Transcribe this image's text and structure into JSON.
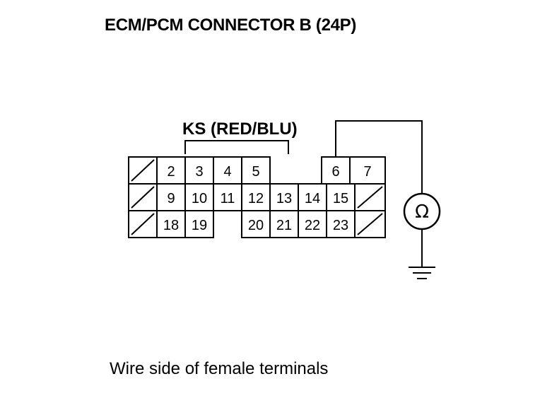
{
  "title": "ECM/PCM CONNECTOR B (24P)",
  "wire_label": "KS (RED/BLU)",
  "caption": "Wire side of female terminals",
  "meter_symbol": "Ω",
  "meter_name": "ohmmeter-icon",
  "ground_name": "ground-icon",
  "connector": {
    "rows": [
      [
        "",
        "2",
        "3",
        "4",
        "5",
        null,
        "6",
        "7"
      ],
      [
        "",
        "9",
        "10",
        "11",
        "12",
        "13",
        "14",
        "15",
        ""
      ],
      [
        "",
        "18",
        "19",
        null,
        "20",
        "21",
        "22",
        "23",
        ""
      ]
    ]
  }
}
